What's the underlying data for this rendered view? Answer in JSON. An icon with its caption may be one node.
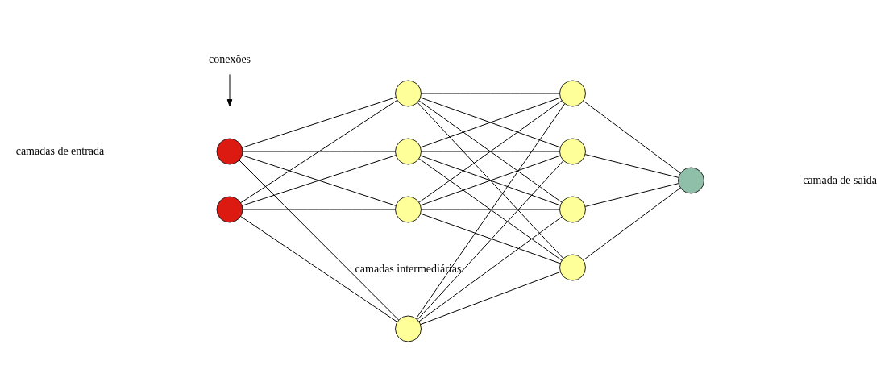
{
  "diagram": {
    "nodes": [
      {
        "text": [],
        "shape": "circle"
      },
      {
        "text": [],
        "shape": "circle"
      },
      {
        "text": [],
        "shape": "circle"
      },
      {
        "text": [],
        "shape": "circle"
      },
      {
        "text": [],
        "shape": "circle"
      },
      {
        "text": [],
        "shape": "circle"
      },
      {
        "text": [],
        "shape": "circle"
      },
      {
        "text": [],
        "shape": "circle"
      },
      {
        "text": [],
        "shape": "circle"
      },
      {
        "text": [],
        "shape": "circle"
      },
      {
        "text": [],
        "shape": "circle"
      },
      {
        "text": [
          "conexões"
        ]
      }
    ],
    "edges": [
      {
        "from": 0,
        "to": 2,
        "arrow": "none"
      },
      {
        "from": 0,
        "to": 3,
        "arrow": "none"
      },
      {
        "from": 0,
        "to": 4,
        "arrow": "none"
      },
      {
        "from": 0,
        "to": 5,
        "arrow": "none"
      },
      {
        "from": 1,
        "to": 2,
        "arrow": "none"
      },
      {
        "from": 1,
        "to": 3,
        "arrow": "none"
      },
      {
        "from": 1,
        "to": 4,
        "arrow": "none"
      },
      {
        "from": 1,
        "to": 5,
        "arrow": "none"
      },
      {
        "from": 2,
        "to": 6,
        "arrow": "none"
      },
      {
        "from": 2,
        "to": 7,
        "arrow": "none"
      },
      {
        "from": 2,
        "to": 8,
        "arrow": "none"
      },
      {
        "from": 2,
        "to": 9,
        "arrow": "none"
      },
      {
        "from": 3,
        "to": 6,
        "arrow": "none"
      },
      {
        "from": 3,
        "to": 7,
        "arrow": "none"
      },
      {
        "from": 3,
        "to": 8,
        "arrow": "none"
      },
      {
        "from": 3,
        "to": 9,
        "arrow": "none"
      },
      {
        "from": 4,
        "to": 6,
        "arrow": "none"
      },
      {
        "from": 4,
        "to": 7,
        "arrow": "none"
      },
      {
        "from": 4,
        "to": 8,
        "arrow": "none"
      },
      {
        "from": 4,
        "to": 9,
        "arrow": "none"
      },
      {
        "from": 5,
        "to": 6,
        "arrow": "none"
      },
      {
        "from": 5,
        "to": 7,
        "arrow": "none"
      },
      {
        "from": 5,
        "to": 8,
        "arrow": "none"
      },
      {
        "from": 5,
        "to": 9,
        "arrow": "none"
      },
      {
        "from": 6,
        "to": 10,
        "arrow": "none"
      },
      {
        "from": 7,
        "to": 10,
        "arrow": "none"
      },
      {
        "from": 8,
        "to": 10,
        "arrow": "none"
      },
      {
        "from": 9,
        "to": 10,
        "arrow": "none"
      },
      {
        "from": 11,
        "to": null,
        "arrow": "to"
      }
    ],
    "labels": [
      "camadas intermediárias",
      "camadas de entrada",
      "camada de saída"
    ]
  }
}
